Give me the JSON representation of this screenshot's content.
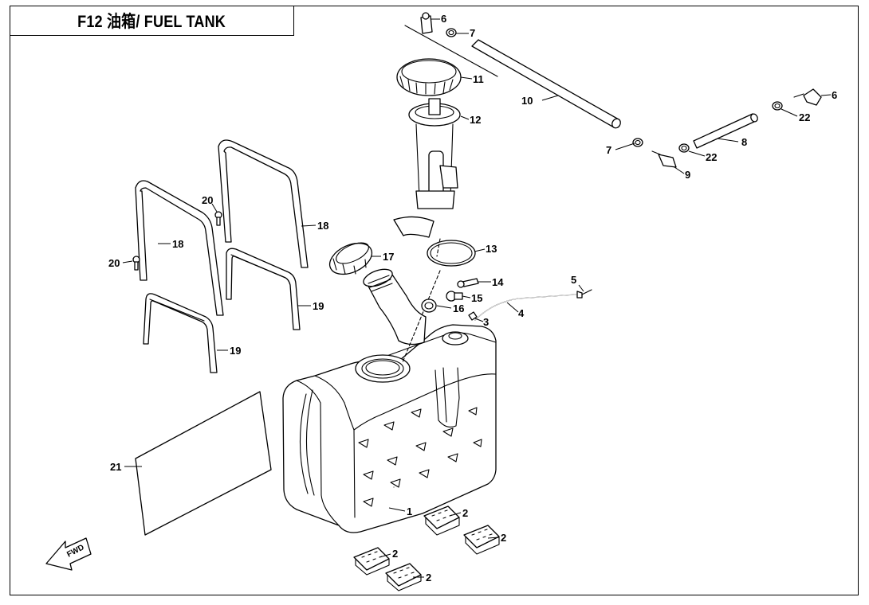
{
  "title": "F12 油箱/ FUEL TANK",
  "fwd_label": "FWD",
  "callouts": [
    {
      "id": "c1",
      "label": "1"
    },
    {
      "id": "c2a",
      "label": "2"
    },
    {
      "id": "c2b",
      "label": "2"
    },
    {
      "id": "c2c",
      "label": "2"
    },
    {
      "id": "c2d",
      "label": "2"
    },
    {
      "id": "c3",
      "label": "3"
    },
    {
      "id": "c4",
      "label": "4"
    },
    {
      "id": "c5",
      "label": "5"
    },
    {
      "id": "c6a",
      "label": "6"
    },
    {
      "id": "c6b",
      "label": "6"
    },
    {
      "id": "c7a",
      "label": "7"
    },
    {
      "id": "c7b",
      "label": "7"
    },
    {
      "id": "c8",
      "label": "8"
    },
    {
      "id": "c9",
      "label": "9"
    },
    {
      "id": "c10",
      "label": "10"
    },
    {
      "id": "c11",
      "label": "11"
    },
    {
      "id": "c12",
      "label": "12"
    },
    {
      "id": "c13",
      "label": "13"
    },
    {
      "id": "c14",
      "label": "14"
    },
    {
      "id": "c15",
      "label": "15"
    },
    {
      "id": "c16",
      "label": "16"
    },
    {
      "id": "c17",
      "label": "17"
    },
    {
      "id": "c18a",
      "label": "18"
    },
    {
      "id": "c18b",
      "label": "18"
    },
    {
      "id": "c19a",
      "label": "19"
    },
    {
      "id": "c19b",
      "label": "19"
    },
    {
      "id": "c20a",
      "label": "20"
    },
    {
      "id": "c20b",
      "label": "20"
    },
    {
      "id": "c21",
      "label": "21"
    },
    {
      "id": "c22a",
      "label": "22"
    },
    {
      "id": "c22b",
      "label": "22"
    }
  ]
}
